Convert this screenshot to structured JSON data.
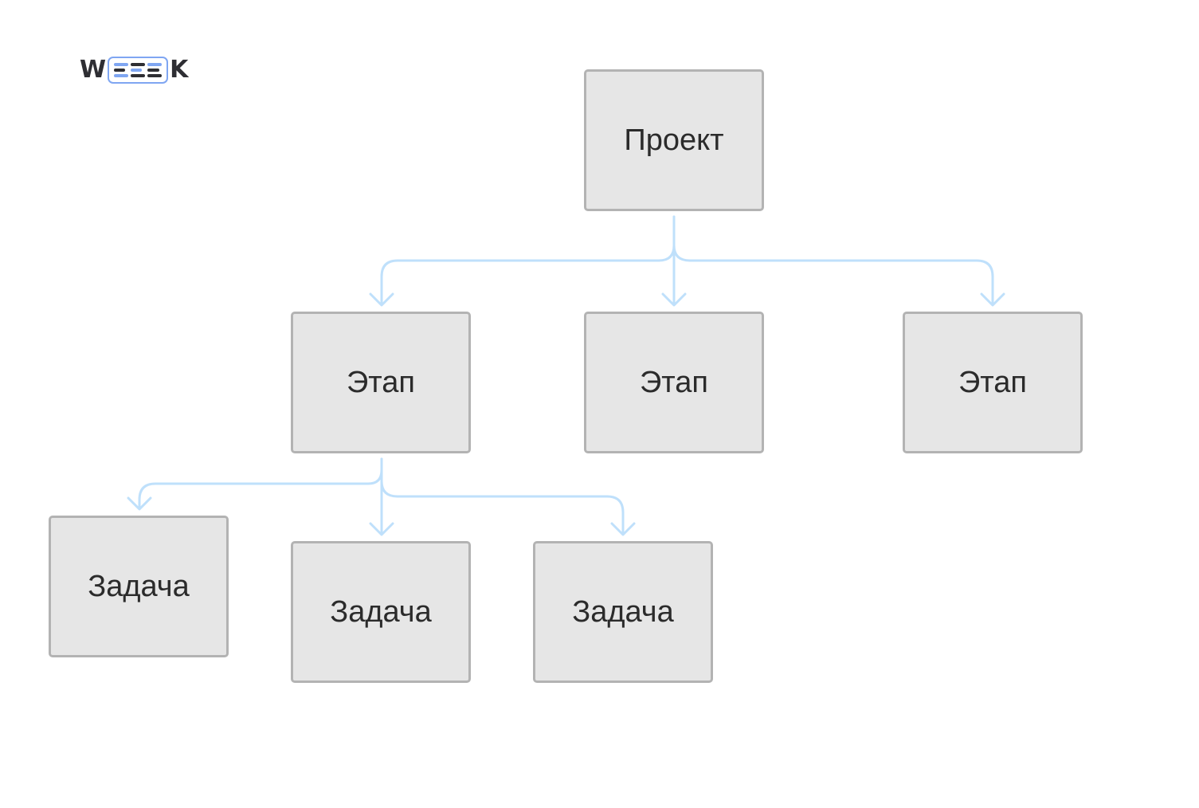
{
  "logo": {
    "left": "W",
    "right": "K"
  },
  "colors": {
    "connector": "#bfe0fb",
    "node_fill": "#e6e6e6",
    "node_border": "#b3b3b3",
    "logo_accent": "#7fa6f2"
  },
  "diagram": {
    "root": {
      "label": "Проект"
    },
    "stages": [
      {
        "label": "Этап"
      },
      {
        "label": "Этап"
      },
      {
        "label": "Этап"
      }
    ],
    "tasks": [
      {
        "label": "Задача"
      },
      {
        "label": "Задача"
      },
      {
        "label": "Задача"
      }
    ]
  }
}
